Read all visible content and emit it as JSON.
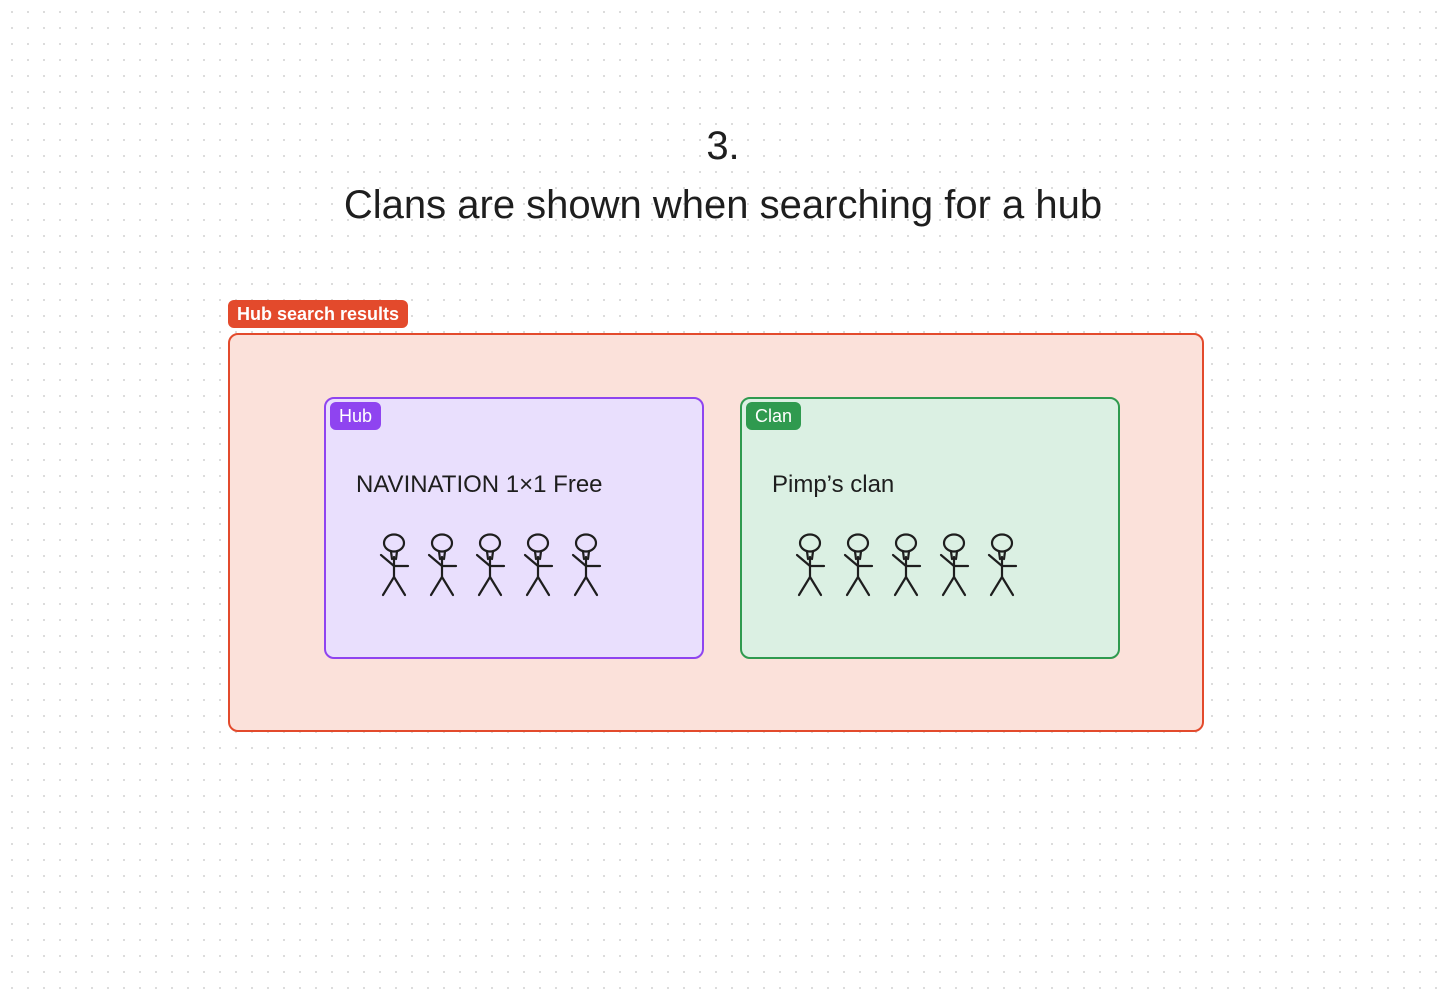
{
  "heading": {
    "step": "3.",
    "title": "Clans are shown when searching for a hub"
  },
  "results_section": {
    "label": "Hub search results",
    "color": "#e34a2c",
    "fill": "#fbe1da"
  },
  "cards": [
    {
      "tag": "Hub",
      "title": "NAVINATION 1×1 Free",
      "member_count": 5,
      "icon": "stick-figure-icon",
      "color": "#8f44f0",
      "fill": "#e9dffd"
    },
    {
      "tag": "Clan",
      "title": "Pimp’s clan",
      "member_count": 5,
      "icon": "stick-figure-icon",
      "color": "#2f9a4f",
      "fill": "#dbf0e3"
    }
  ]
}
